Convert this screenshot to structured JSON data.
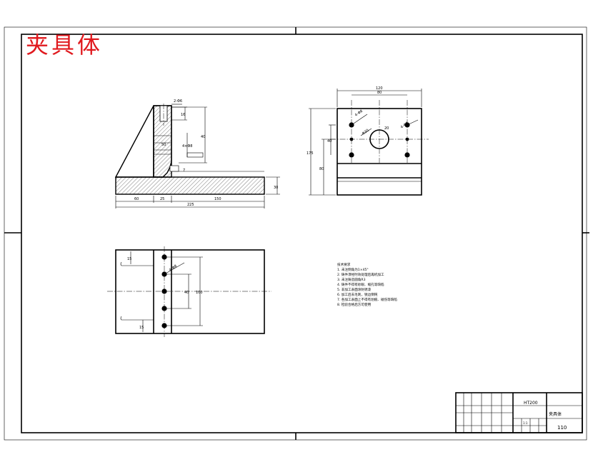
{
  "drawing": {
    "title": "夹具体",
    "colors": {
      "title": "#e0191e",
      "line": "#000000",
      "paper": "#ffffff"
    },
    "front_view": {
      "dims": {
        "top_label": "2-Φ6",
        "right_small": "16",
        "right_mid": "40",
        "left_mid": "50",
        "bottom_left": "60",
        "bottom_a": "25",
        "bottom_b": "150",
        "bottom_total": "225",
        "right_base": "30",
        "mid_inner": "7",
        "slot_note": "4×Φ8"
      }
    },
    "side_view": {
      "dims": {
        "top_overall": "120",
        "top_inner": "80",
        "left_overall": "175",
        "left_inner": "80",
        "left_small": "40",
        "hole_label": "4-Φ8",
        "mid_label": "20",
        "center_label": "Φ30"
      }
    },
    "top_view": {
      "dims": {
        "left_top": "15",
        "left_bottom": "15",
        "inner_mid": "40",
        "right_mid": "100",
        "hole_note": "4-Φ8"
      }
    },
    "tech_notes": {
      "heading": "技术要求",
      "lines": [
        "1. 未注倒角为1×45°",
        "2. 铸件须经时效处理后再机加工",
        "3. 未注铸造圆角R3",
        "4. 铸件不得有砂眼、缩孔等缺陷",
        "5. 非加工表面涂防锈漆",
        "6. 加工后去毛刺，锐边倒钝",
        "7. 各加工表面上不得有划痕、碰伤等缺陷",
        "8. 检验合格后方可使用"
      ]
    },
    "title_block": {
      "material": "HT200",
      "part_name": "夹具体",
      "scale": "1:1",
      "weight": "110"
    }
  }
}
